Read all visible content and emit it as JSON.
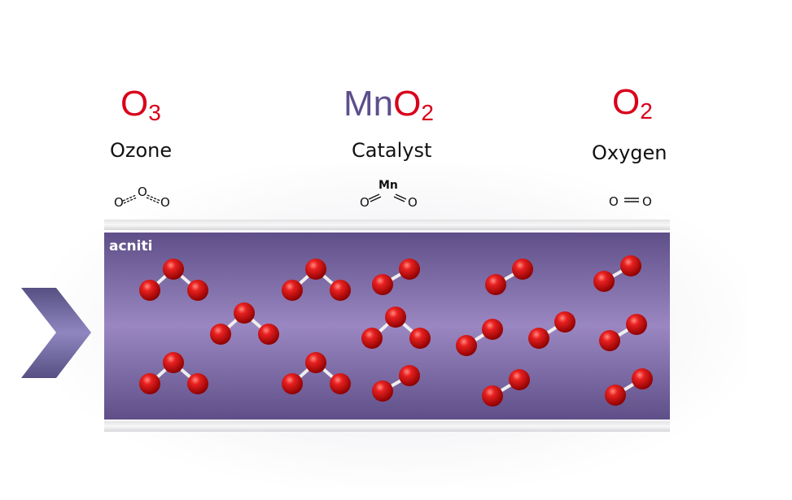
{
  "columns": [
    {
      "formula_main": "O",
      "formula_sub": "3",
      "name": "Ozone"
    },
    {
      "formula_prefix": "Mn",
      "formula_main": "O",
      "formula_sub": "2",
      "name": "Catalyst"
    },
    {
      "formula_main": "O",
      "formula_sub": "2",
      "name": "Oxygen"
    }
  ],
  "structures": {
    "atom_o": "O",
    "atom_mn": "Mn"
  },
  "logo": "acniti",
  "colors": {
    "oxygen_red": "#d9001b",
    "catalyst_purple": "#5d4f8c",
    "tube_purple": "#64548c",
    "atom_red": "#cc1010"
  }
}
